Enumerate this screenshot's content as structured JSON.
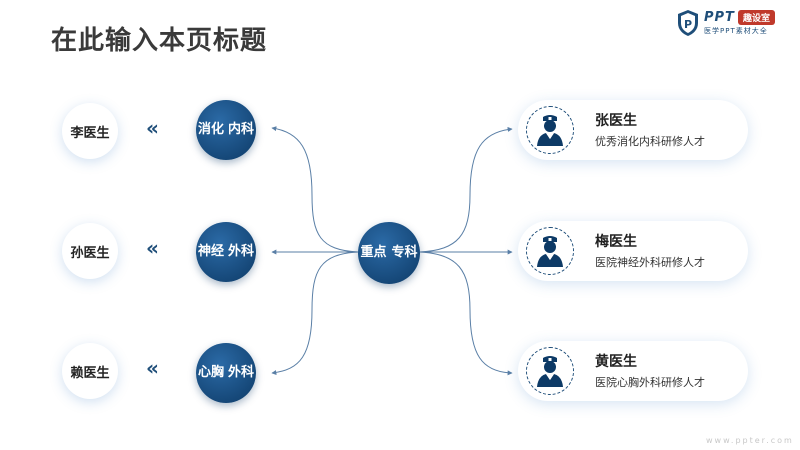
{
  "title": "在此输入本页标题",
  "logo": {
    "brand": "PPT",
    "badge": "趣设室",
    "subtitle": "医学PPT素材大全"
  },
  "center": {
    "line1": "重点",
    "line2": "专科"
  },
  "departments": [
    {
      "line1": "消化",
      "line2": "内科"
    },
    {
      "line1": "神经",
      "line2": "外科"
    },
    {
      "line1": "心胸",
      "line2": "外科"
    }
  ],
  "left_doctors": [
    "李医生",
    "孙医生",
    "赖医生"
  ],
  "chevron": "«",
  "doctor_cards": [
    {
      "name": "张医生",
      "desc": "优秀消化内科研修人才"
    },
    {
      "name": "梅医生",
      "desc": "医院神经外科研修人才"
    },
    {
      "name": "黄医生",
      "desc": "医院心胸外科研修人才"
    }
  ],
  "website": "www.ppter.com",
  "colors": {
    "primary": "#0d3a66",
    "accent": "#1f4e79",
    "line": "#5a7fa6"
  }
}
